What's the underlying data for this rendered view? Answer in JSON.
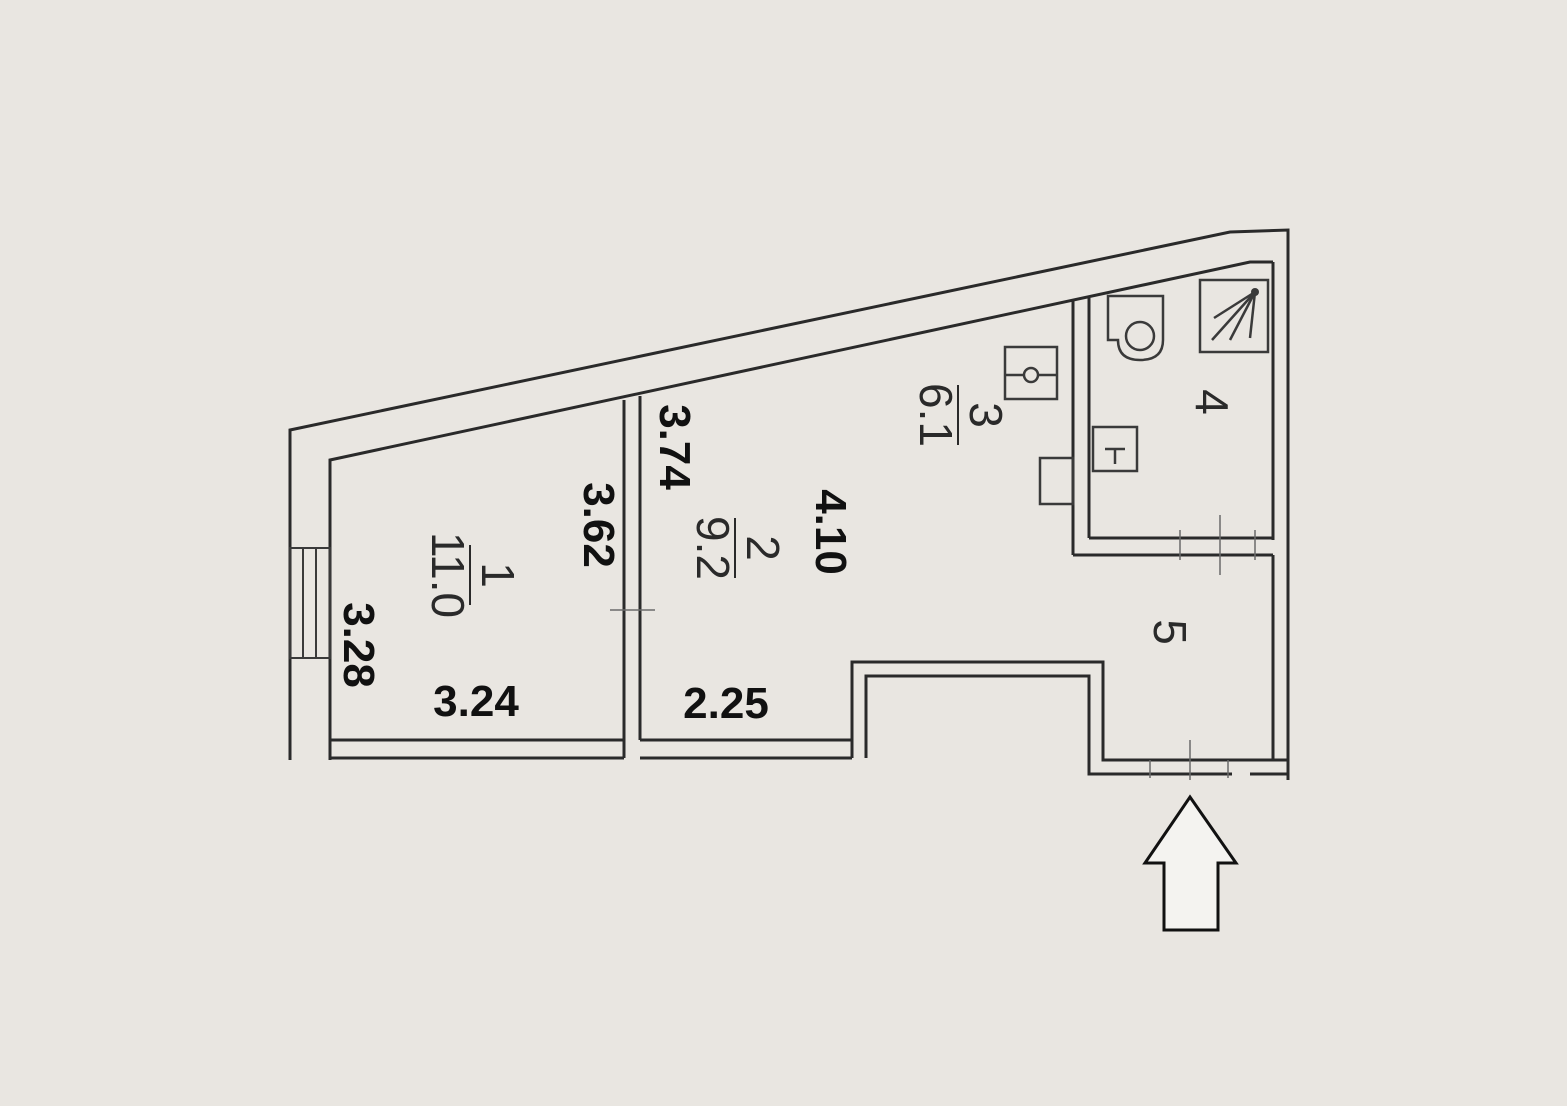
{
  "rooms": [
    {
      "number": "1",
      "area": "11.0"
    },
    {
      "number": "2",
      "area": "9.2"
    },
    {
      "number": "3",
      "area": "6.1"
    },
    {
      "number": "4"
    },
    {
      "number": "5"
    }
  ],
  "dimensions": {
    "room1_left": "3.28",
    "room1_bottom": "3.24",
    "room1_right": "3.62",
    "room2_left": "3.74",
    "room2_right": "4.10",
    "room2_bottom": "2.25"
  },
  "icons": [
    "sink-icon",
    "toilet-icon",
    "shower-icon",
    "bathtub-icon",
    "stove-icon",
    "entrance-arrow-icon"
  ]
}
